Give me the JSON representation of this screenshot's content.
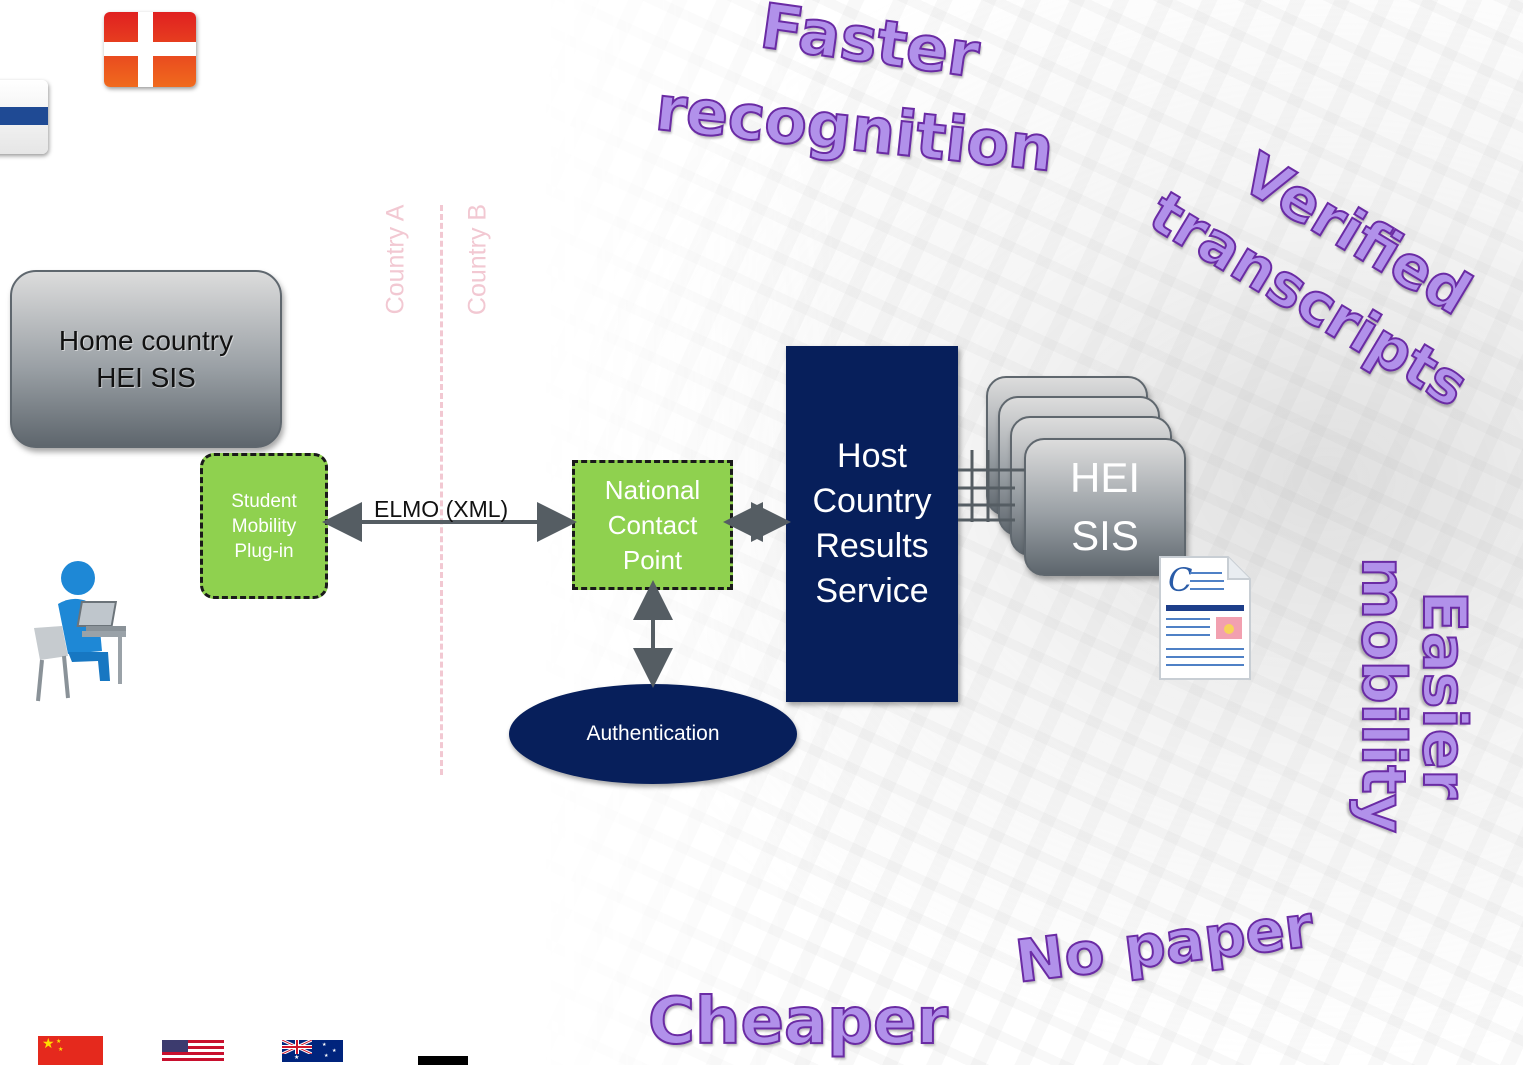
{
  "slogans": {
    "faster": "Faster",
    "recognition": "recognition",
    "verified": "Verified",
    "transcripts": "transcripts",
    "easier": "Easier",
    "mobility": "mobility",
    "no_paper": "No paper",
    "cheaper": "Cheaper"
  },
  "border": {
    "country_a": "Country A",
    "country_b": "Country B"
  },
  "nodes": {
    "home_sis_line1": "Home country",
    "home_sis_line2": "HEI SIS",
    "plugin_line1": "Student",
    "plugin_line2": "Mobility",
    "plugin_line3": "Plug-in",
    "ncp_line1": "National",
    "ncp_line2": "Contact",
    "ncp_line3": "Point",
    "results_line1": "Host",
    "results_line2": "Country",
    "results_line3": "Results",
    "results_line4": "Service",
    "hei_line1": "HEI",
    "hei_line2": "SIS",
    "auth": "Authentication"
  },
  "edges": {
    "elmo": "ELMO (XML)"
  },
  "colors": {
    "slogan_fill": "#b191ea",
    "slogan_stroke": "#6a2ba4",
    "navy": "#071f5b",
    "green": "#8fd14f",
    "arrow": "#555d63",
    "border_line": "#f2c8d2"
  },
  "icons": [
    "denmark-flag-icon",
    "finland-flag-icon",
    "student-laptop-icon",
    "transcript-document-icon",
    "china-flag-icon",
    "usa-flag-icon",
    "australia-flag-icon",
    "black-flag-icon"
  ]
}
